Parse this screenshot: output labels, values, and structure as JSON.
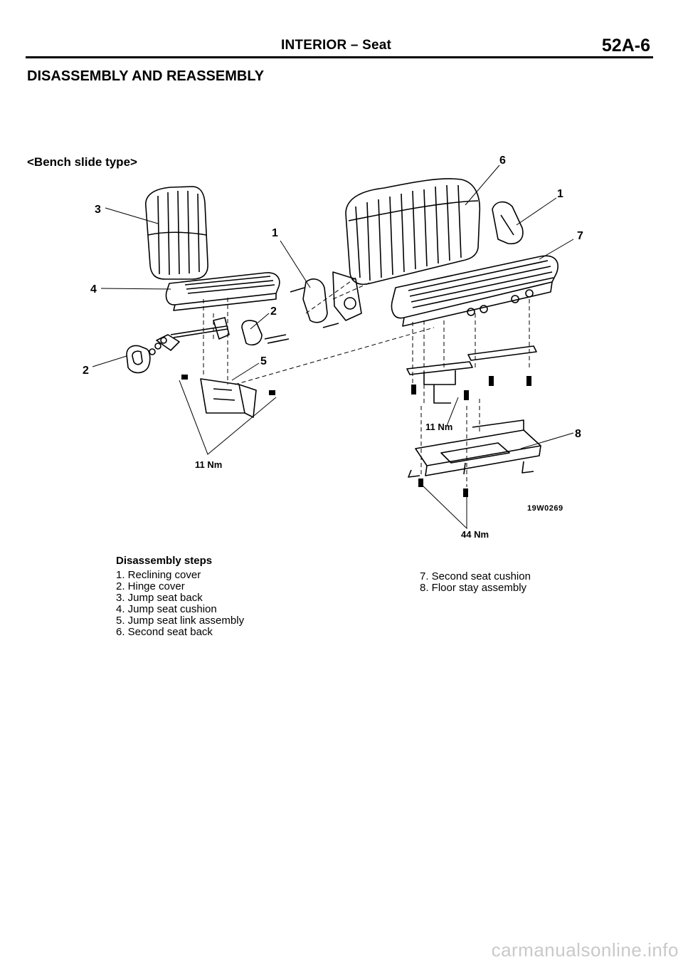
{
  "header": {
    "section": "INTERIOR – Seat",
    "page": "52A-6"
  },
  "title": "DISASSEMBLY AND REASSEMBLY",
  "variant": "<Bench slide type>",
  "figure": {
    "code": "19W0269",
    "callouts": {
      "c6": "6",
      "c1a": "1",
      "c7": "7",
      "c3": "3",
      "c1b": "1",
      "c4": "4",
      "c2a": "2",
      "c2b": "2",
      "c5": "5",
      "c8": "8"
    },
    "torques": {
      "t_left": "11 Nm",
      "t_mid": "11 Nm",
      "t_bottom": "44 Nm"
    }
  },
  "steps": {
    "heading": "Disassembly steps",
    "items": [
      "1. Reclining cover",
      "2. Hinge cover",
      "3. Jump seat back",
      "4. Jump seat cushion",
      "5. Jump seat link assembly",
      "6. Second seat back",
      "7. Second seat cushion",
      "8. Floor stay assembly"
    ]
  },
  "watermark": "carmanualsonline.info"
}
